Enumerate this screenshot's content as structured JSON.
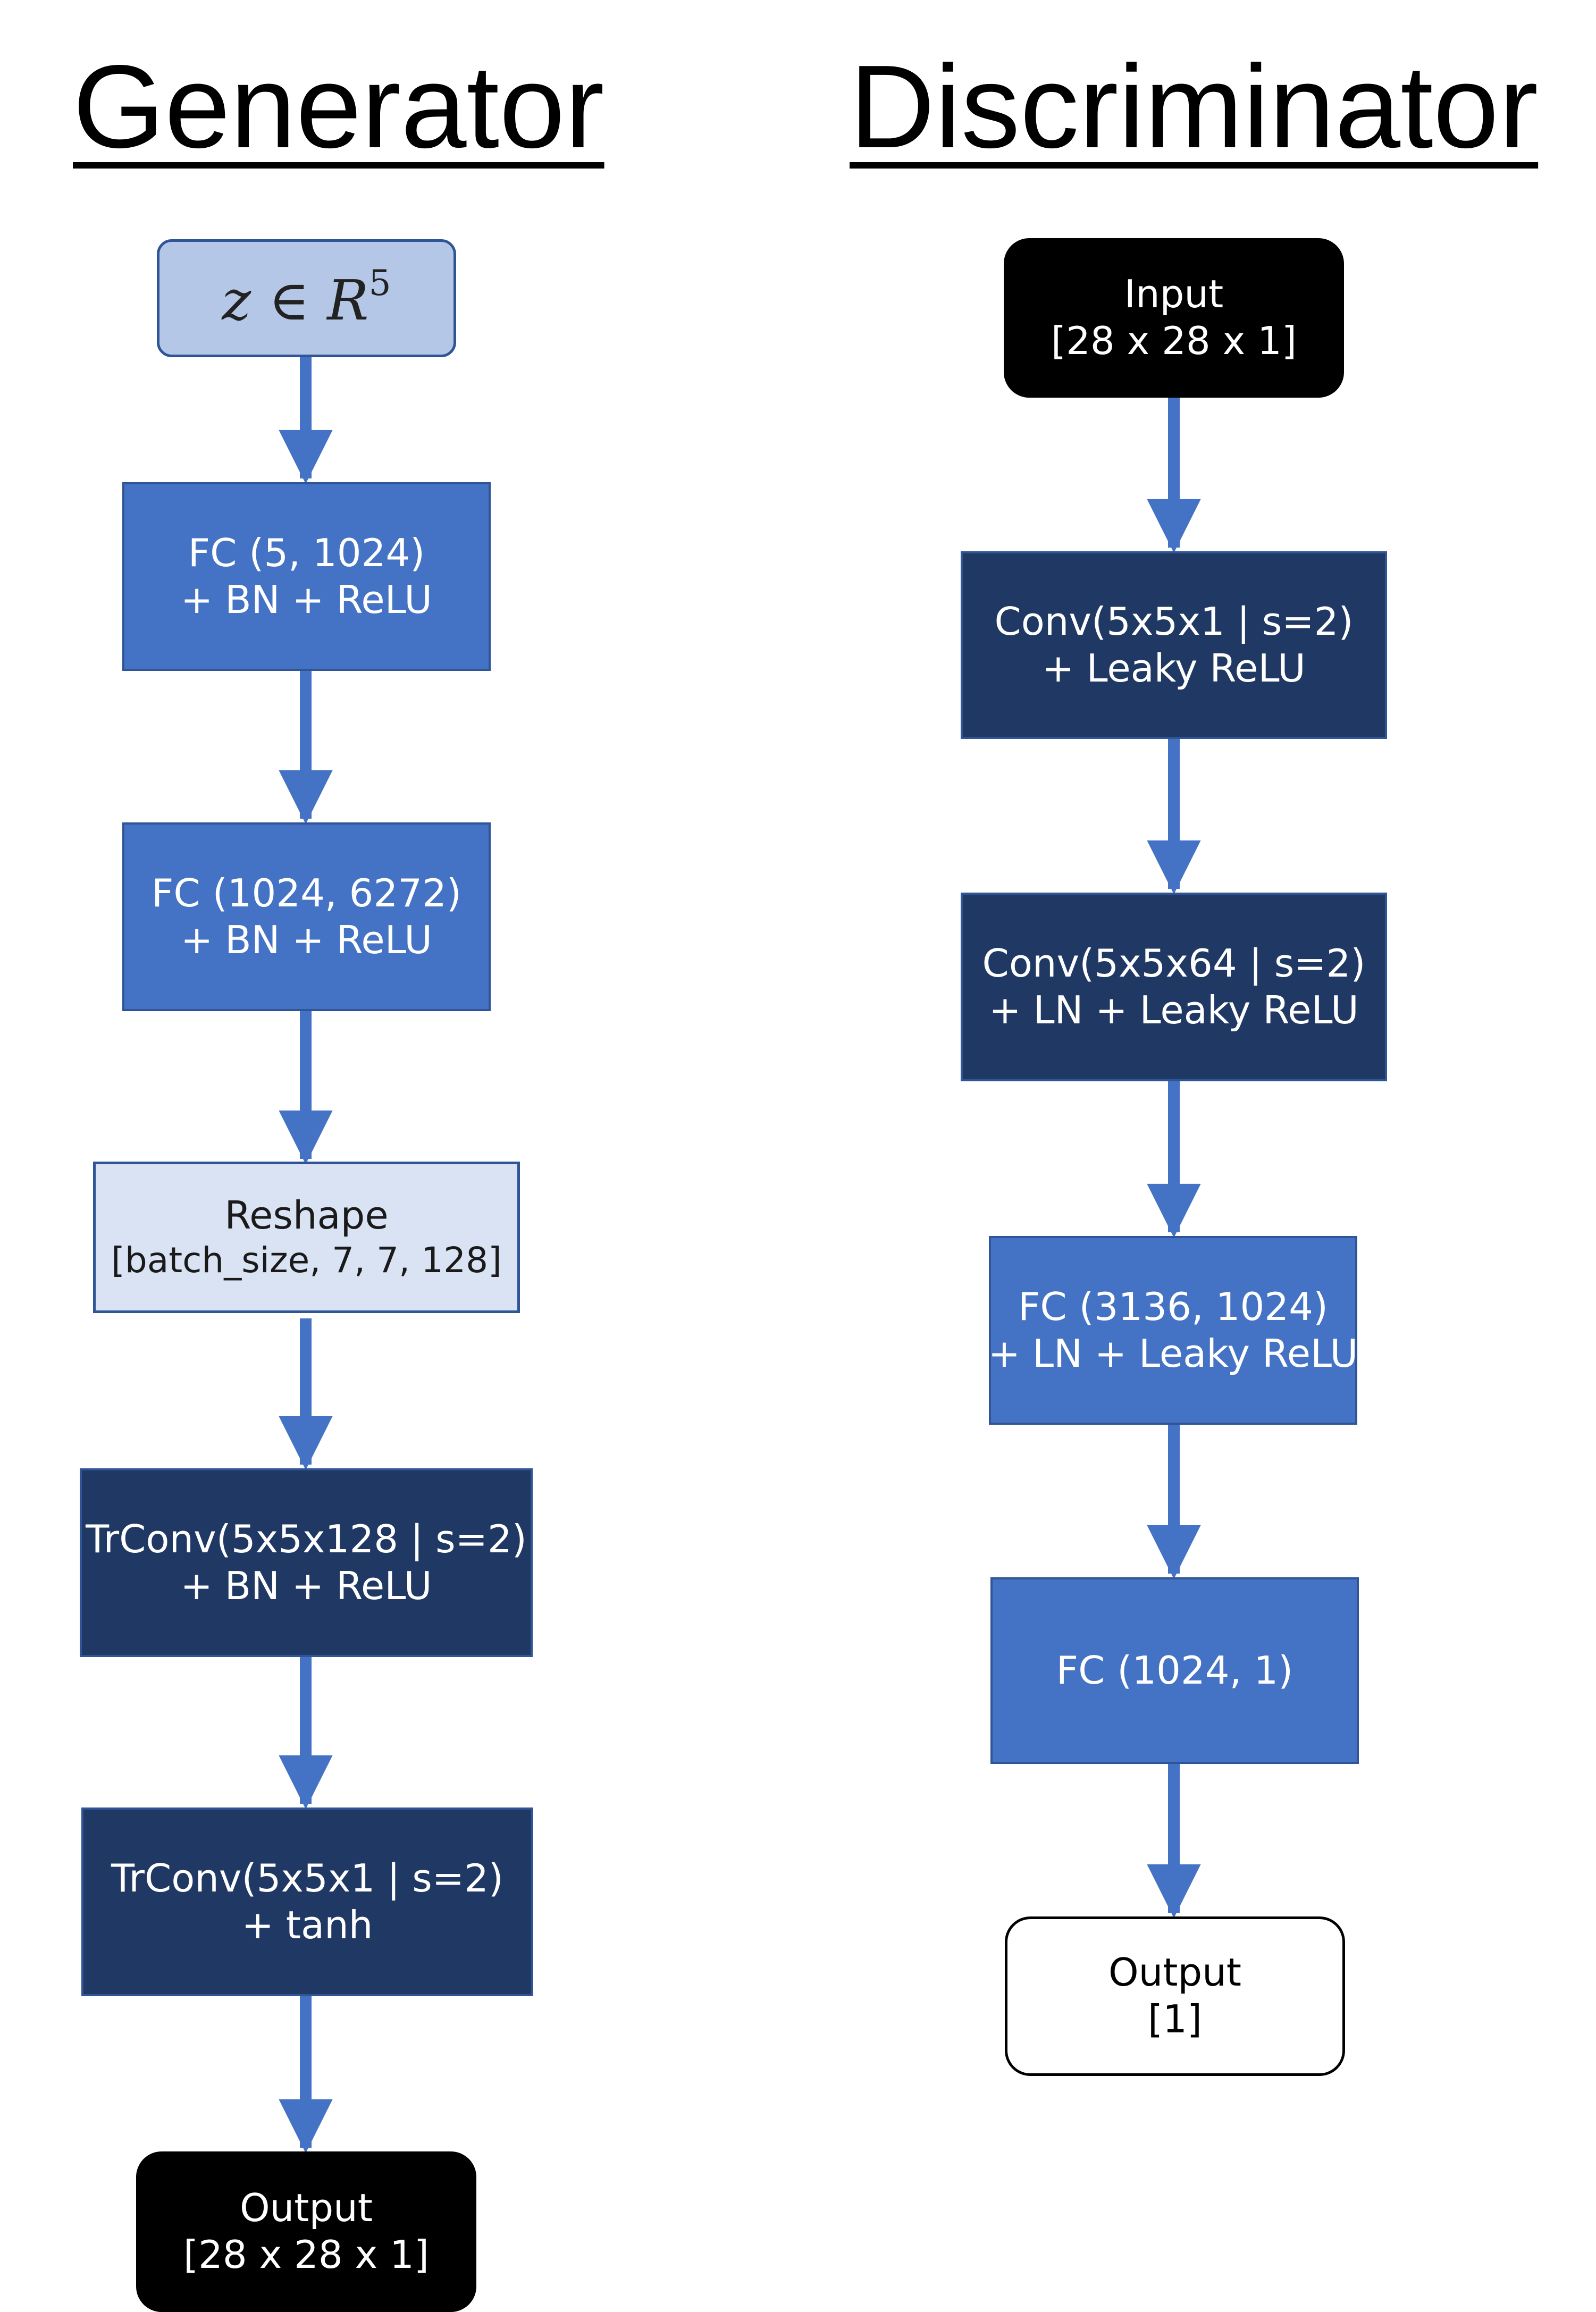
{
  "generator": {
    "title": "Generator",
    "input": {
      "base": "z ∈ R",
      "exponent": "5"
    },
    "fc1": {
      "line1": "FC (5, 1024)",
      "line2": "+ BN + ReLU"
    },
    "fc2": {
      "line1": "FC (1024, 6272)",
      "line2": "+ BN + ReLU"
    },
    "reshape": {
      "line1": "Reshape",
      "line2": "[batch_size, 7, 7, 128]"
    },
    "trconv1": {
      "line1": "TrConv(5x5x128 | s=2)",
      "line2": "+ BN + ReLU"
    },
    "trconv2": {
      "line1": "TrConv(5x5x1 | s=2)",
      "line2": "+ tanh"
    },
    "output": {
      "line1": "Output",
      "line2": "[28 x 28 x 1]"
    }
  },
  "discriminator": {
    "title": "Discriminator",
    "input": {
      "line1": "Input",
      "line2": "[28 x 28 x 1]"
    },
    "conv1": {
      "line1": "Conv(5x5x1 | s=2)",
      "line2": "+ Leaky ReLU"
    },
    "conv2": {
      "line1": "Conv(5x5x64 | s=2)",
      "line2": "+ LN + Leaky ReLU"
    },
    "fc1": {
      "line1": "FC (3136, 1024)",
      "line2": "+ LN + Leaky ReLU"
    },
    "fc2": {
      "line1": "FC (1024, 1)"
    },
    "output": {
      "line1": "Output",
      "line2": "[1]"
    }
  },
  "colors": {
    "arrow": "#4472c4",
    "fc_block": "#4472c4",
    "conv_block": "#203864",
    "reshape_block": "#dae3f3",
    "input_z_block": "#b4c7e7",
    "terminal_dark": "#000000",
    "terminal_light": "#ffffff"
  }
}
